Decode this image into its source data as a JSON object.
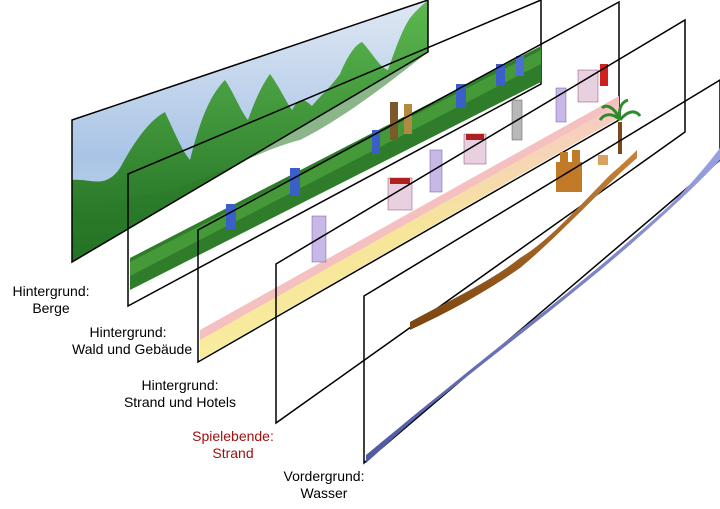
{
  "layers": [
    {
      "line1": "Hintergrund:",
      "line2": "Berge"
    },
    {
      "line1": "Hintergrund:",
      "line2": "Wald und Gebäude"
    },
    {
      "line1": "Hintergrund:",
      "line2": "Strand und Hotels"
    },
    {
      "line1": "Spielebende:",
      "line2": "Strand"
    },
    {
      "line1": "Vordergrund:",
      "line2": "Wasser"
    }
  ],
  "colors": {
    "frame": "#000000",
    "label_text": "#000000",
    "highlight_label": "#a01010",
    "sky": "#bcd2ec",
    "mountain": "#3e9a3a",
    "mountain_dark": "#1f6b22",
    "forest": "#2e7a2a",
    "sand": "#f4e08a",
    "sand_pink": "#f3c6c6",
    "dirt": "#9a5a18",
    "water": "#6670b8"
  }
}
